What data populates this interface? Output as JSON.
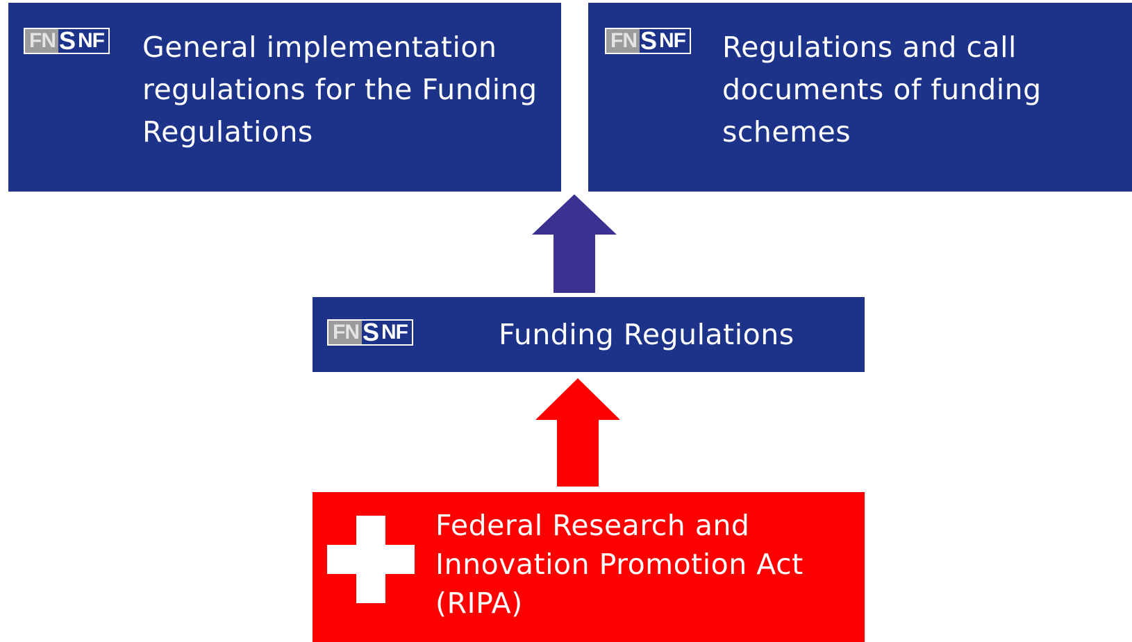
{
  "logo": {
    "fn_text": "FN",
    "s_text": "S",
    "nf_text": "NF"
  },
  "boxes": {
    "general": {
      "label": "General implementation\nregulations for the Funding\nRegulations",
      "color": "#1c3389"
    },
    "regcall": {
      "label": "Regulations and call\ndocuments of funding\nschemes",
      "color": "#1c3389"
    },
    "funding": {
      "label": "Funding Regulations",
      "color": "#1c3389"
    },
    "ripa": {
      "label": "Federal Research and\nInnovation Promotion Act\n(RIPA)",
      "color": "#ff0000"
    }
  },
  "arrows": {
    "blue_color": "#3a3190",
    "red_color": "#ff0000"
  }
}
